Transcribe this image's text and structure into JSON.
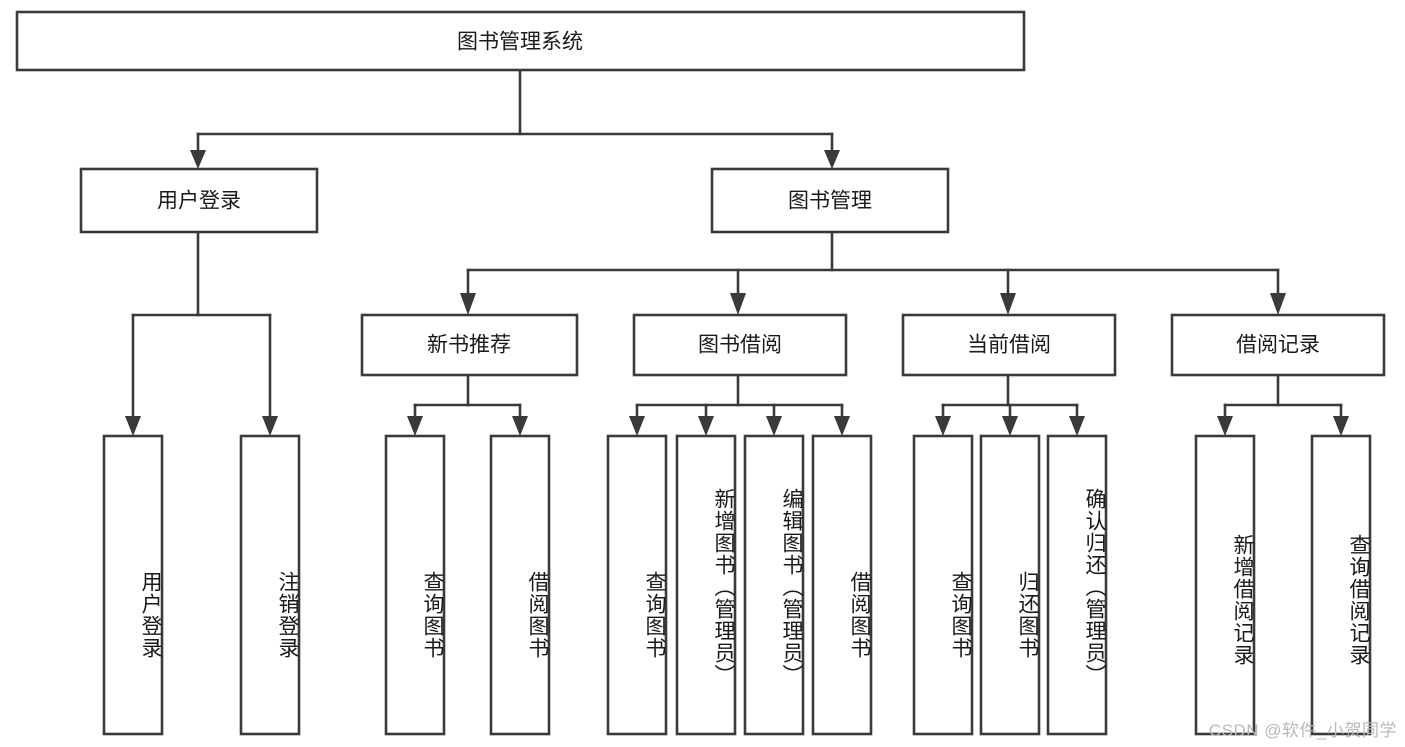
{
  "diagram": {
    "title": "图书管理系统",
    "type": "tree-diagram",
    "root": {
      "label": "图书管理系统"
    },
    "level2": [
      {
        "label": "用户登录"
      },
      {
        "label": "图书管理"
      }
    ],
    "level3": [
      {
        "label": "新书推荐"
      },
      {
        "label": "图书借阅"
      },
      {
        "label": "当前借阅"
      },
      {
        "label": "借阅记录"
      }
    ],
    "leaves": {
      "user_login": [
        {
          "label": "用户登录"
        },
        {
          "label": "注销登录"
        }
      ],
      "new_book_recommend": [
        {
          "label": "查询图书"
        },
        {
          "label": "借阅图书"
        }
      ],
      "book_borrow": [
        {
          "label": "查询图书"
        },
        {
          "label": "新增图书（管理员）"
        },
        {
          "label": "编辑图书（管理员）"
        },
        {
          "label": "借阅图书"
        }
      ],
      "current_borrow": [
        {
          "label": "查询图书"
        },
        {
          "label": "归还图书"
        },
        {
          "label": "确认归还（管理员）"
        }
      ],
      "borrow_records": [
        {
          "label": "新增借阅记录"
        },
        {
          "label": "查询借阅记录"
        }
      ]
    }
  },
  "watermark": {
    "text": "CSDN @软件_小贺同学"
  },
  "colors": {
    "stroke": "#3a3a3a",
    "fill": "#ffffff",
    "text": "#1a1a1a",
    "watermark": "#b9b9b9"
  }
}
